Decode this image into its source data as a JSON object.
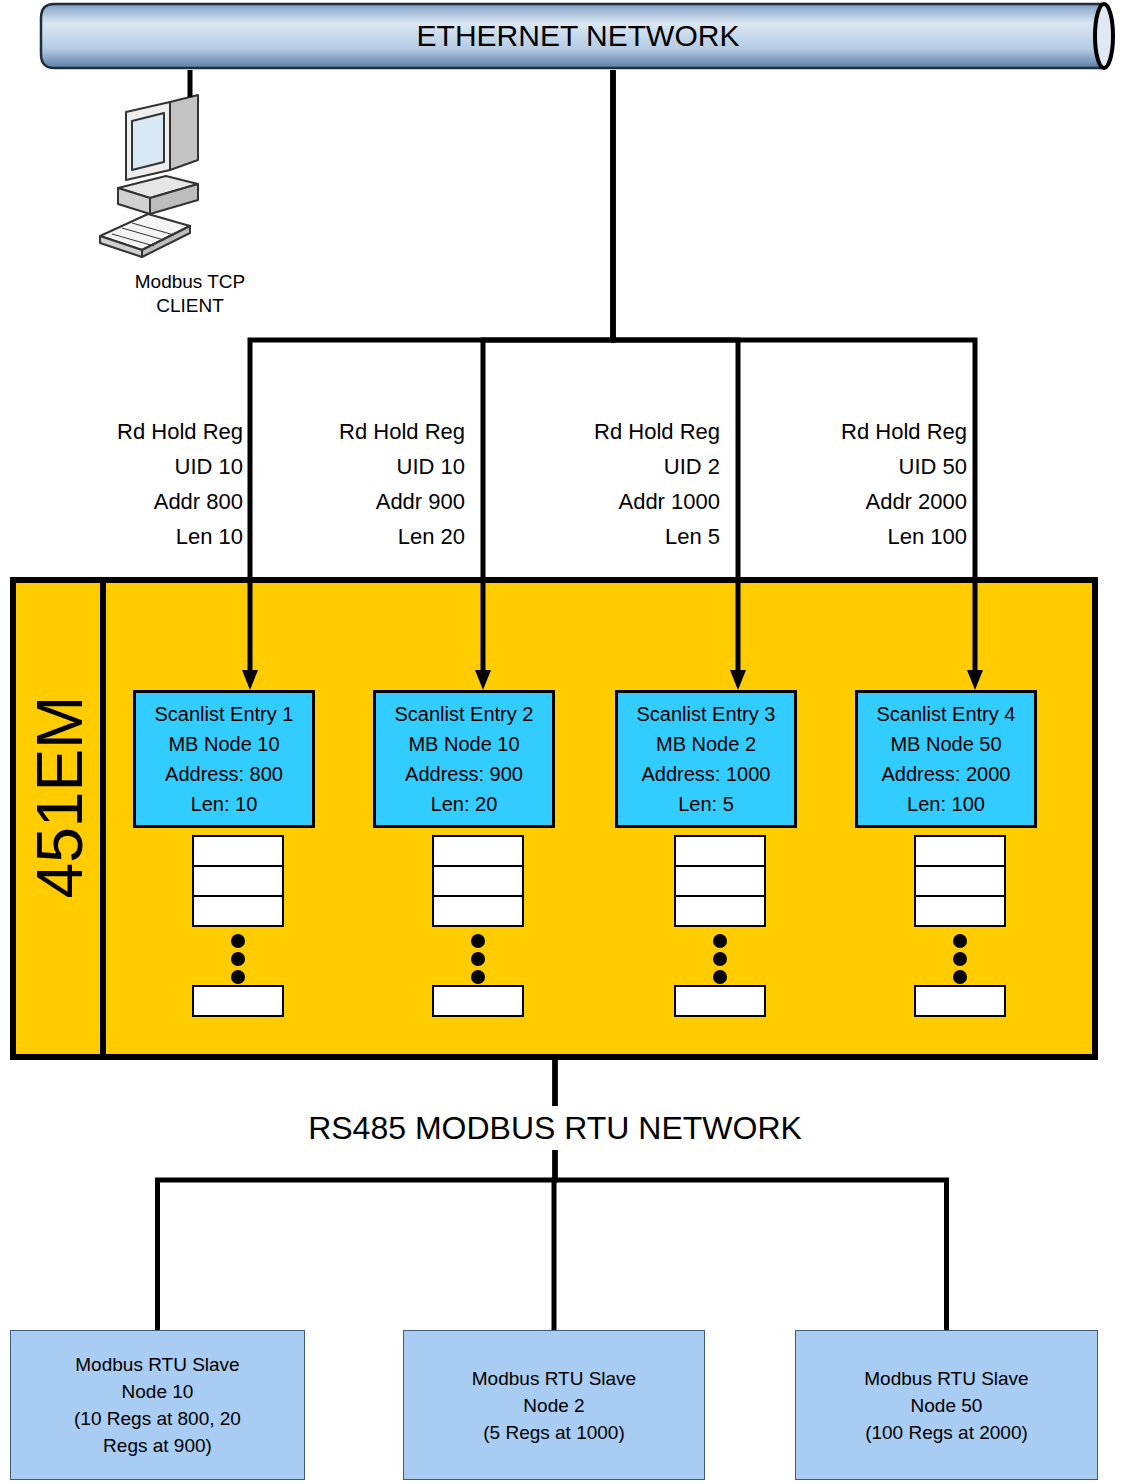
{
  "diagram": {
    "nodes": [
      {
        "text": [
          "ETHERNET NETWORK"
        ]
      },
      {
        "text": [
          "Modbus TCP CLIENT"
        ]
      },
      {
        "text": [
          "451EM"
        ]
      },
      {
        "text": [
          "Scanlist Entry 1",
          "MB Node 10",
          "Address: 800",
          "Len: 10"
        ],
        "in": 2
      },
      {
        "text": [
          "Scanlist Entry 2",
          "MB Node 10",
          "Address: 900",
          "Len: 20"
        ],
        "in": 2
      },
      {
        "text": [
          "Scanlist Entry 3",
          "MB Node 2",
          "Address: 1000",
          "Len: 5"
        ],
        "in": 2
      },
      {
        "text": [
          "Scanlist Entry 4",
          "MB Node 50",
          "Address: 2000",
          "Len: 100"
        ],
        "in": 2
      },
      {
        "text": [
          "Modbus RTU Slave",
          "Node 10",
          "(10 Regs at 800, 20 Regs at 900)"
        ]
      },
      {
        "text": [
          "Modbus RTU Slave",
          "Node 2",
          "(5 Regs at 1000)"
        ]
      },
      {
        "text": [
          "Modbus RTU Slave",
          "Node 50",
          "(100 Regs at 2000)"
        ]
      }
    ],
    "edges": [
      {
        "from": 1,
        "to": 0,
        "arrow": "none"
      },
      {
        "from": 0,
        "to": 3,
        "arrow": "to"
      },
      {
        "from": 0,
        "to": 4,
        "arrow": "to"
      },
      {
        "from": 0,
        "to": 5,
        "arrow": "to"
      },
      {
        "from": 0,
        "to": 6,
        "arrow": "to"
      },
      {
        "from": 2,
        "to": 7,
        "arrow": "none"
      },
      {
        "from": 2,
        "to": 8,
        "arrow": "none"
      },
      {
        "from": 2,
        "to": 9,
        "arrow": "none"
      }
    ],
    "labels": [
      "Rd Hold Reg",
      "UID 10",
      "Addr 800",
      "Len 10",
      "Rd Hold Reg",
      "UID 10",
      "Addr 900",
      "Len 20",
      "Rd Hold Reg",
      "UID 2",
      "Addr 1000",
      "Len 5",
      "Rd Hold Reg",
      "UID 50",
      "Addr 2000",
      "Len 100",
      "RS485 MODBUS RTU NETWORK"
    ]
  }
}
